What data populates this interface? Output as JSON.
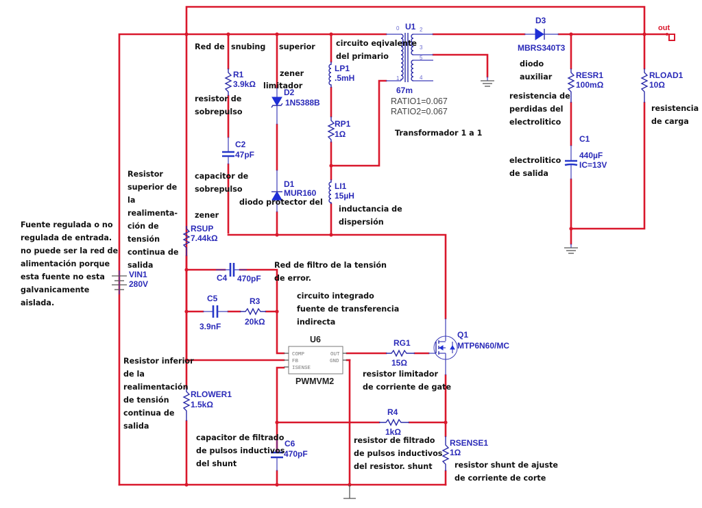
{
  "diagram": {
    "type": "flyback-converter-schematic",
    "colors": {
      "wire": "#d9172b",
      "component": "#2a2ab8",
      "annotation": "#111111",
      "background": "#ffffff"
    },
    "output_port": {
      "label": "out"
    },
    "components": {
      "vin1": {
        "ref": "VIN1",
        "value": "280V",
        "icon": "battery-icon"
      },
      "r1": {
        "ref": "R1",
        "value": "3.9kΩ",
        "icon": "resistor-icon"
      },
      "c2": {
        "ref": "C2",
        "value": "47pF",
        "icon": "capacitor-icon"
      },
      "d2": {
        "ref": "D2",
        "value": "1N5388B",
        "icon": "zener-diode-icon"
      },
      "d1": {
        "ref": "D1",
        "value": "MUR160",
        "icon": "diode-icon"
      },
      "lp1": {
        "ref": "LP1",
        "value": ".5mH",
        "icon": "inductor-icon"
      },
      "rp1": {
        "ref": "RP1",
        "value": "1Ω",
        "icon": "resistor-icon"
      },
      "li1": {
        "ref": "LI1",
        "value": "15µH",
        "icon": "inductor-icon"
      },
      "u1": {
        "ref": "U1",
        "value": "67m",
        "ratio1": "RATIO1=0.067",
        "ratio2": "RATIO2=0.067",
        "pins": [
          "0",
          "1",
          "2",
          "3",
          "4",
          "5"
        ],
        "icon": "transformer-icon"
      },
      "d3": {
        "ref": "D3",
        "value": "MBRS340T3",
        "icon": "diode-icon"
      },
      "resr1": {
        "ref": "RESR1",
        "value": "100mΩ",
        "icon": "resistor-icon"
      },
      "c1": {
        "ref": "C1",
        "value": "440µF",
        "ic": "IC=13V",
        "icon": "capacitor-icon"
      },
      "rload1": {
        "ref": "RLOAD1",
        "value": "10Ω",
        "icon": "resistor-icon"
      },
      "rsup": {
        "ref": "RSUP",
        "value": "7.44kΩ",
        "icon": "resistor-icon"
      },
      "c4": {
        "ref": "C4",
        "value": "470pF",
        "icon": "capacitor-icon"
      },
      "c5": {
        "ref": "C5",
        "value": "3.9nF",
        "icon": "capacitor-icon"
      },
      "r3": {
        "ref": "R3",
        "value": "20kΩ",
        "icon": "resistor-icon"
      },
      "u6": {
        "ref": "U6",
        "value": "PWMVM2",
        "pins": {
          "comp": "COMP",
          "fb": "FB",
          "isense": "ISENSE",
          "out": "OUT",
          "gnd": "GND"
        },
        "icon": "ic-chip-icon"
      },
      "rg1": {
        "ref": "RG1",
        "value": "15Ω",
        "icon": "resistor-icon"
      },
      "q1": {
        "ref": "Q1",
        "value": "MTP6N60/MC",
        "icon": "mosfet-icon"
      },
      "rlower1": {
        "ref": "RLOWER1",
        "value": "1.5kΩ",
        "icon": "resistor-icon"
      },
      "c6": {
        "ref": "C6",
        "value": "470pF",
        "icon": "capacitor-icon"
      },
      "r4": {
        "ref": "R4",
        "value": "1kΩ",
        "icon": "resistor-icon"
      },
      "rsense1": {
        "ref": "RSENSE1",
        "value": "1Ω",
        "icon": "resistor-icon"
      }
    },
    "annotations": {
      "snubber_title": [
        "Red de",
        "snubing",
        "superior"
      ],
      "r1_note": [
        "resistor de",
        "sobrepulso"
      ],
      "c2_note": [
        "capacitor de",
        "sobrepulso"
      ],
      "d2_note": [
        "zener",
        "limitador"
      ],
      "d1_note": [
        "diodo protector del",
        "zener"
      ],
      "primary_note": [
        "circuito eqivalente",
        "del primario"
      ],
      "li1_note": [
        "inductancia de",
        "dispersión"
      ],
      "transformer_note": "Transformador 1 a 1",
      "d3_note": [
        "diodo",
        "auxiliar"
      ],
      "resr1_note": [
        "resistencia de",
        "perdidas  del",
        "electrolitico"
      ],
      "c1_note": [
        "electrolitico",
        "de salida"
      ],
      "rload1_note": [
        "resistencia",
        "de carga"
      ],
      "vin_note": [
        "Fuente regulada o no",
        "regulada de entrada.",
        "no puede ser la red de",
        "alimentación porque",
        "esta fuente no esta",
        "galvanicamente",
        "aislada."
      ],
      "rsup_note": [
        "Resistor",
        "superior de",
        "la",
        "realimenta-",
        "ción de",
        "tensión",
        "continua de",
        "salida"
      ],
      "filter_note": [
        "Red de filtro de la tensión",
        "de error."
      ],
      "ic_note": [
        "circuito integrado",
        "fuente de transferencia",
        "indirecta"
      ],
      "rlower_note": [
        "Resistor inferior",
        "de la",
        "realimentación",
        "de tensión",
        "continua de",
        "salida"
      ],
      "rg1_note": [
        "resistor limitador",
        "de corriente de gate"
      ],
      "c6_note": [
        "capacitor de filtrado",
        "de pulsos inductivos",
        "del shunt"
      ],
      "r4_note": [
        "resistor de filtrado",
        "de pulsos inductivos",
        "del resistor. shunt"
      ],
      "rsense_note": [
        "resistor shunt  de ajuste",
        "de corriente de corte"
      ]
    }
  }
}
